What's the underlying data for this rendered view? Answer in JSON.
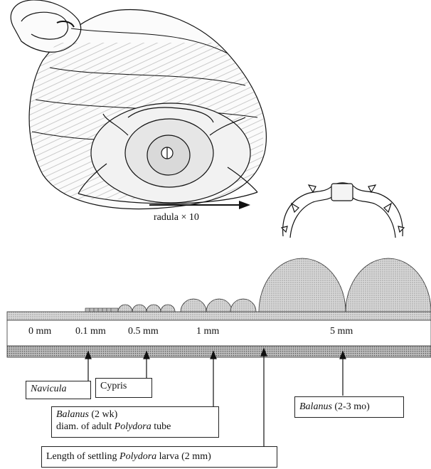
{
  "radula_label": "radula × 10",
  "scale_labels": [
    "0 mm",
    "0.1 mm",
    "0.5 mm",
    "1 mm",
    "5 mm"
  ],
  "callouts": {
    "navicula": "Navicula",
    "cypris": "Cypris",
    "balanus_2wk_name": "Balanus",
    "balanus_2wk_age": " (2 wk)",
    "polydora_tube_prefix": "diam. of adult ",
    "polydora_tube_name": "Polydora",
    "polydora_tube_suffix": " tube",
    "balanus_adult_name": "Balanus",
    "balanus_adult_age": " (2-3 mo)",
    "larva_prefix": "Length of settling ",
    "larva_name": "Polydora",
    "larva_suffix": " larva (2 mm)"
  }
}
